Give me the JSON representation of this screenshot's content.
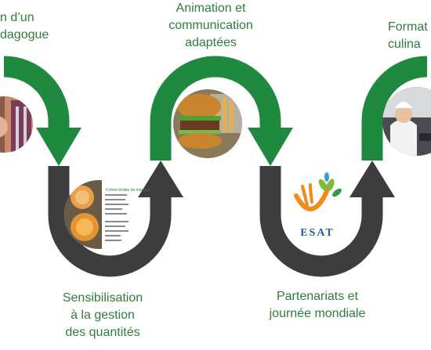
{
  "colors": {
    "green": "#1f8a3f",
    "dark": "#3d3d3d",
    "label_green": "#2f7d3a",
    "label_dark": "#333333"
  },
  "steps": [
    {
      "label": "n d’un\ndagogue",
      "image": "food-workshop-photo"
    },
    {
      "label": "Sensibilisation\nà la gestion\ndes quantités",
      "image": "recipe-card-photo"
    },
    {
      "label": "Animation et\ncommunication\nadaptées",
      "image": "burger-photo"
    },
    {
      "label": "Partenariats et\njournée mondiale",
      "image": "esat-logo"
    },
    {
      "label": "Format\nculina",
      "image": "chef-training-photo"
    }
  ],
  "logo": {
    "text": "ESAT"
  },
  "recipe_card": {
    "title": "Crème brûlée de mangue"
  }
}
